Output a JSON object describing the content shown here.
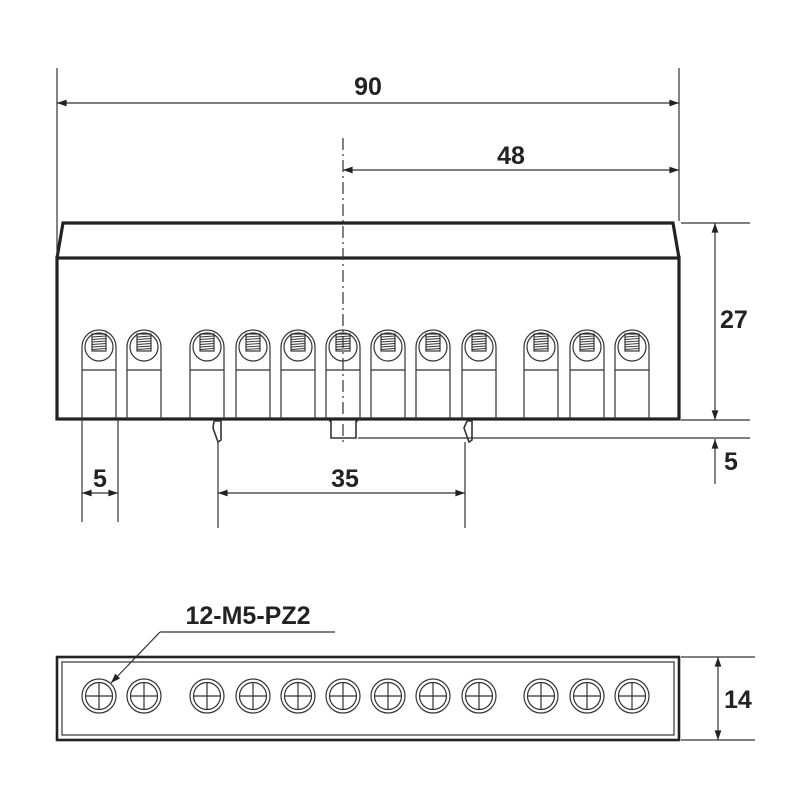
{
  "dimensions": {
    "overall_width": "90",
    "axis_to_right": "48",
    "height": "27",
    "clip_height": "5",
    "terminal_width": "5",
    "clip_spacing": "35",
    "depth": "14"
  },
  "callout": {
    "screw_spec": "12-M5-PZ2"
  },
  "terminal_count": 12,
  "colors": {
    "line": "#222222",
    "background": "#ffffff"
  }
}
